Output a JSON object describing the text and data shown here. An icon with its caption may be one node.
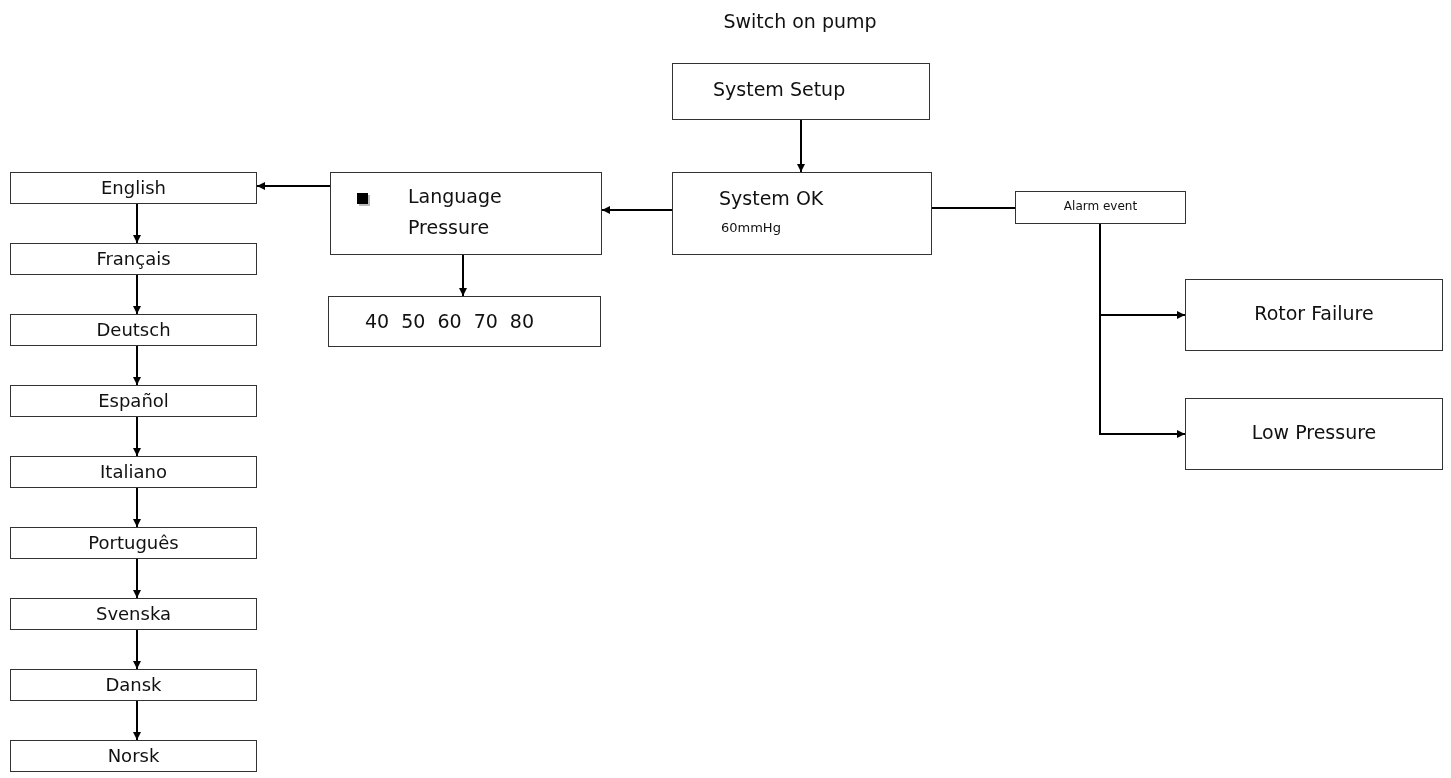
{
  "diagram": {
    "title": "Switch on pump",
    "nodes": [
      {
        "text": [
          "System Setup"
        ]
      },
      {
        "text": [
          "System OK",
          "60mmHg"
        ]
      },
      {
        "text": [
          "Language",
          "Pressure"
        ]
      },
      {
        "text": [
          "40 50 60 70 80"
        ]
      },
      {
        "text": [
          "Alarm event"
        ]
      },
      {
        "text": [
          "Rotor Failure"
        ]
      },
      {
        "text": [
          "Low Pressure"
        ]
      },
      {
        "text": [
          "English"
        ]
      },
      {
        "text": [
          "Français"
        ]
      },
      {
        "text": [
          "Deutsch"
        ]
      },
      {
        "text": [
          "Español"
        ]
      },
      {
        "text": [
          "Italiano"
        ]
      },
      {
        "text": [
          "Português"
        ]
      },
      {
        "text": [
          "Svenska"
        ]
      },
      {
        "text": [
          "Dansk"
        ]
      },
      {
        "text": [
          "Norsk"
        ]
      }
    ],
    "edges": [
      {
        "from": 0,
        "to": 1,
        "arrow": "to"
      },
      {
        "from": 1,
        "to": 2,
        "arrow": "to"
      },
      {
        "from": 2,
        "to": 7,
        "arrow": "to"
      },
      {
        "from": 2,
        "to": 3,
        "arrow": "to"
      },
      {
        "from": 1,
        "to": 4,
        "arrow": "none"
      },
      {
        "from": 4,
        "to": 5,
        "arrow": "to"
      },
      {
        "from": 4,
        "to": 6,
        "arrow": "to"
      },
      {
        "from": 7,
        "to": 8,
        "arrow": "to"
      },
      {
        "from": 8,
        "to": 9,
        "arrow": "to"
      },
      {
        "from": 9,
        "to": 10,
        "arrow": "to"
      },
      {
        "from": 10,
        "to": 11,
        "arrow": "to"
      },
      {
        "from": 11,
        "to": 12,
        "arrow": "to"
      },
      {
        "from": 12,
        "to": 13,
        "arrow": "to"
      },
      {
        "from": 13,
        "to": 14,
        "arrow": "to"
      },
      {
        "from": 14,
        "to": 15,
        "arrow": "to"
      }
    ]
  }
}
